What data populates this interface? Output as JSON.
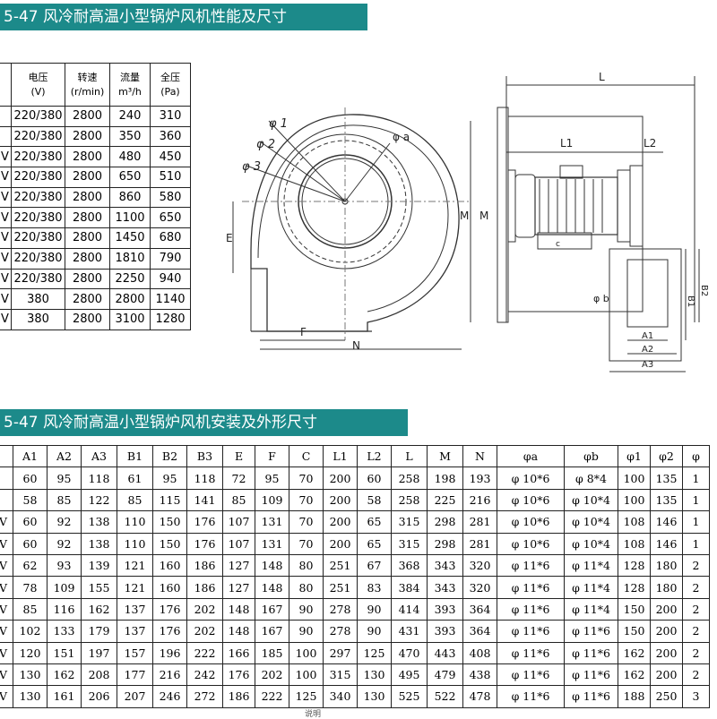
{
  "section1": {
    "title": "5-47 风冷耐高温小型锅炉风机性能及尺寸",
    "headers": [
      {
        "name": "",
        "unit": ""
      },
      {
        "name": "电压",
        "unit": "(V)"
      },
      {
        "name": "转速",
        "unit": "(r/min)"
      },
      {
        "name": "流量",
        "unit": "m³/h"
      },
      {
        "name": "全压",
        "unit": "(Pa)"
      }
    ],
    "rows": [
      [
        "",
        "220/380",
        "2800",
        "240",
        "310"
      ],
      [
        "",
        "220/380",
        "2800",
        "350",
        "360"
      ],
      [
        "V",
        "220/380",
        "2800",
        "480",
        "450"
      ],
      [
        "V",
        "220/380",
        "2800",
        "650",
        "510"
      ],
      [
        "V",
        "220/380",
        "2800",
        "860",
        "580"
      ],
      [
        "V",
        "220/380",
        "2800",
        "1100",
        "650"
      ],
      [
        "V",
        "220/380",
        "2800",
        "1450",
        "680"
      ],
      [
        "V",
        "220/380",
        "2800",
        "1810",
        "790"
      ],
      [
        "V",
        "220/380",
        "2800",
        "2250",
        "940"
      ],
      [
        "V",
        "380",
        "2800",
        "2800",
        "1140"
      ],
      [
        "V",
        "380",
        "2800",
        "3100",
        "1280"
      ]
    ]
  },
  "diagram": {
    "labels": {
      "phi1": "φ 1",
      "phi2": "φ 2",
      "phi3": "φ 3",
      "phia": "φ a",
      "phib": "φ b",
      "E": "E",
      "F": "F",
      "N": "N",
      "M": "M",
      "M2": "M",
      "L": "L",
      "L1": "L1",
      "L2": "L2",
      "c": "c",
      "A1": "A1",
      "A2": "A2",
      "A3": "A3",
      "B1": "B1",
      "B2": "B2"
    }
  },
  "section2": {
    "title": "5-47 风冷耐高温小型锅炉风机安装及外形尺寸",
    "headers": [
      "",
      "A1",
      "A2",
      "A3",
      "B1",
      "B2",
      "B3",
      "E",
      "F",
      "C",
      "L1",
      "L2",
      "L",
      "M",
      "N",
      "φa",
      "φb",
      "φ1",
      "φ2",
      "φ"
    ],
    "rows": [
      [
        "",
        "60",
        "95",
        "118",
        "61",
        "95",
        "118",
        "72",
        "95",
        "70",
        "200",
        "60",
        "258",
        "198",
        "193",
        "φ 10*6",
        "φ 8*4",
        "100",
        "135",
        "1"
      ],
      [
        "",
        "58",
        "85",
        "122",
        "85",
        "115",
        "141",
        "85",
        "109",
        "70",
        "200",
        "58",
        "258",
        "225",
        "216",
        "φ 10*6",
        "φ 10*4",
        "100",
        "135",
        "1"
      ],
      [
        "V",
        "60",
        "92",
        "138",
        "110",
        "150",
        "176",
        "107",
        "131",
        "70",
        "200",
        "65",
        "315",
        "298",
        "281",
        "φ 10*6",
        "φ 10*4",
        "108",
        "146",
        "1"
      ],
      [
        "V",
        "60",
        "92",
        "138",
        "110",
        "150",
        "176",
        "107",
        "131",
        "70",
        "200",
        "65",
        "315",
        "298",
        "281",
        "φ 10*6",
        "φ 10*4",
        "108",
        "146",
        "1"
      ],
      [
        "V",
        "62",
        "93",
        "139",
        "121",
        "160",
        "186",
        "127",
        "148",
        "80",
        "251",
        "67",
        "368",
        "343",
        "320",
        "φ 11*6",
        "φ 11*4",
        "128",
        "180",
        "2"
      ],
      [
        "V",
        "78",
        "109",
        "155",
        "121",
        "160",
        "186",
        "127",
        "148",
        "80",
        "251",
        "83",
        "384",
        "343",
        "320",
        "φ 11*6",
        "φ 11*4",
        "128",
        "180",
        "2"
      ],
      [
        "V",
        "85",
        "116",
        "162",
        "137",
        "176",
        "202",
        "148",
        "167",
        "90",
        "278",
        "90",
        "414",
        "393",
        "364",
        "φ 11*6",
        "φ 11*4",
        "150",
        "200",
        "2"
      ],
      [
        "V",
        "102",
        "133",
        "179",
        "137",
        "176",
        "202",
        "148",
        "167",
        "90",
        "278",
        "90",
        "431",
        "393",
        "364",
        "φ 11*6",
        "φ 11*6",
        "150",
        "200",
        "2"
      ],
      [
        "V",
        "120",
        "151",
        "197",
        "157",
        "196",
        "222",
        "166",
        "185",
        "100",
        "297",
        "125",
        "470",
        "443",
        "408",
        "φ 11*6",
        "φ 11*6",
        "162",
        "200",
        "2"
      ],
      [
        "V",
        "130",
        "162",
        "208",
        "177",
        "216",
        "242",
        "176",
        "202",
        "100",
        "315",
        "130",
        "495",
        "479",
        "438",
        "φ 11*6",
        "φ 11*6",
        "162",
        "200",
        "2"
      ],
      [
        "V",
        "130",
        "161",
        "206",
        "207",
        "246",
        "272",
        "186",
        "222",
        "125",
        "340",
        "130",
        "525",
        "522",
        "478",
        "φ 11*6",
        "φ 11*6",
        "188",
        "250",
        "3"
      ]
    ]
  },
  "footnote": "说明"
}
